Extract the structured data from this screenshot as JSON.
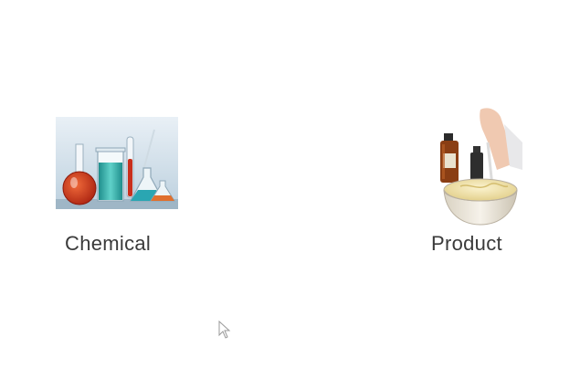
{
  "items": [
    {
      "id": "chemical",
      "label": "Chemical",
      "image_icon": "laboratory-glassware-icon"
    },
    {
      "id": "product",
      "label": "Product",
      "image_icon": "product-mixing-bowl-icon"
    }
  ],
  "cursor_icon": "mouse-pointer-icon",
  "colors": {
    "background": "#ffffff",
    "label_text": "#3a3a3a",
    "glass_red": "#c0311f",
    "glass_teal": "#34b3ae",
    "glass_bg": "#d6e4ee",
    "cream": "#efe3b6",
    "amber_bottle": "#8a3e14"
  }
}
